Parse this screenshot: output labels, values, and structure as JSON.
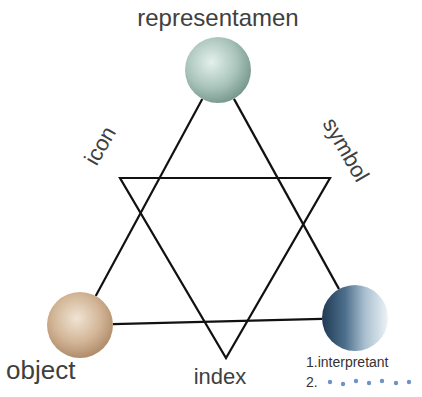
{
  "diagram": {
    "nodes": [
      {
        "text": [
          "representamen"
        ]
      },
      {
        "text": [
          "object"
        ]
      },
      {
        "text": [
          "1.interpretant",
          "2."
        ]
      }
    ],
    "edges": [
      {
        "from": 0,
        "to": 1,
        "arrow": "none",
        "label": "icon"
      },
      {
        "from": 1,
        "to": 2,
        "arrow": "none",
        "label": "index"
      },
      {
        "from": 0,
        "to": 2,
        "arrow": "none",
        "label": "symbol"
      }
    ]
  }
}
